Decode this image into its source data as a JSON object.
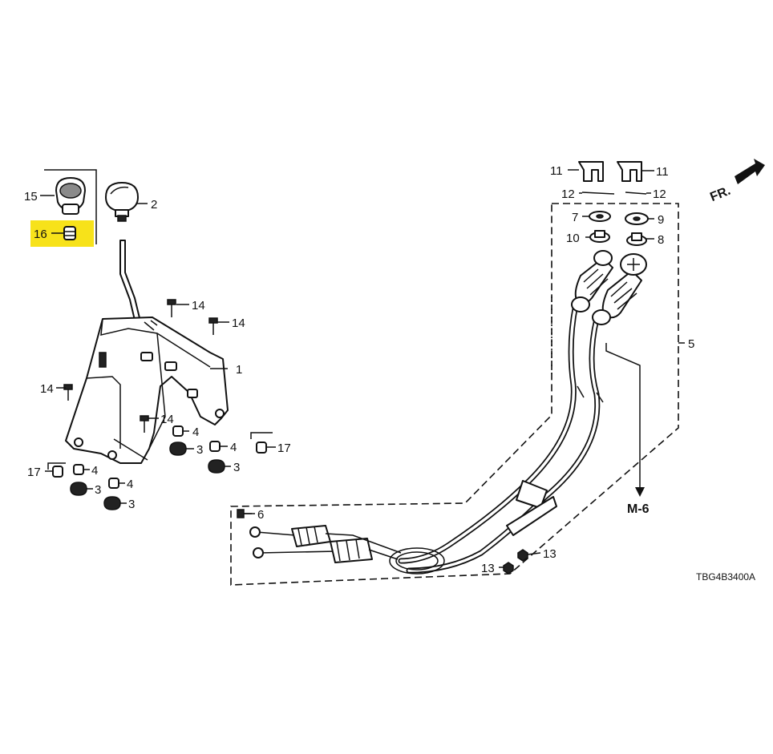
{
  "diagram": {
    "drawing_code": "TBG4B3400A",
    "front_marker": "FR.",
    "reference": "M-6",
    "highlight_color": "#f7e21a",
    "callouts": [
      {
        "id": "c1",
        "text": "1"
      },
      {
        "id": "c2",
        "text": "2"
      },
      {
        "id": "c3a",
        "text": "3"
      },
      {
        "id": "c3b",
        "text": "3"
      },
      {
        "id": "c3c",
        "text": "3"
      },
      {
        "id": "c3d",
        "text": "3"
      },
      {
        "id": "c4a",
        "text": "4"
      },
      {
        "id": "c4b",
        "text": "4"
      },
      {
        "id": "c4c",
        "text": "4"
      },
      {
        "id": "c4d",
        "text": "4"
      },
      {
        "id": "c5",
        "text": "5"
      },
      {
        "id": "c6",
        "text": "6"
      },
      {
        "id": "c7",
        "text": "7"
      },
      {
        "id": "c8",
        "text": "8"
      },
      {
        "id": "c9",
        "text": "9"
      },
      {
        "id": "c10",
        "text": "10"
      },
      {
        "id": "c11a",
        "text": "11"
      },
      {
        "id": "c11b",
        "text": "11"
      },
      {
        "id": "c12a",
        "text": "12"
      },
      {
        "id": "c12b",
        "text": "12"
      },
      {
        "id": "c13a",
        "text": "13"
      },
      {
        "id": "c13b",
        "text": "13"
      },
      {
        "id": "c14a",
        "text": "14"
      },
      {
        "id": "c14b",
        "text": "14"
      },
      {
        "id": "c14c",
        "text": "14"
      },
      {
        "id": "c14d",
        "text": "14"
      },
      {
        "id": "c15",
        "text": "15"
      },
      {
        "id": "c16",
        "text": "16",
        "highlighted": true
      },
      {
        "id": "c17a",
        "text": "17"
      },
      {
        "id": "c17b",
        "text": "17"
      }
    ]
  }
}
